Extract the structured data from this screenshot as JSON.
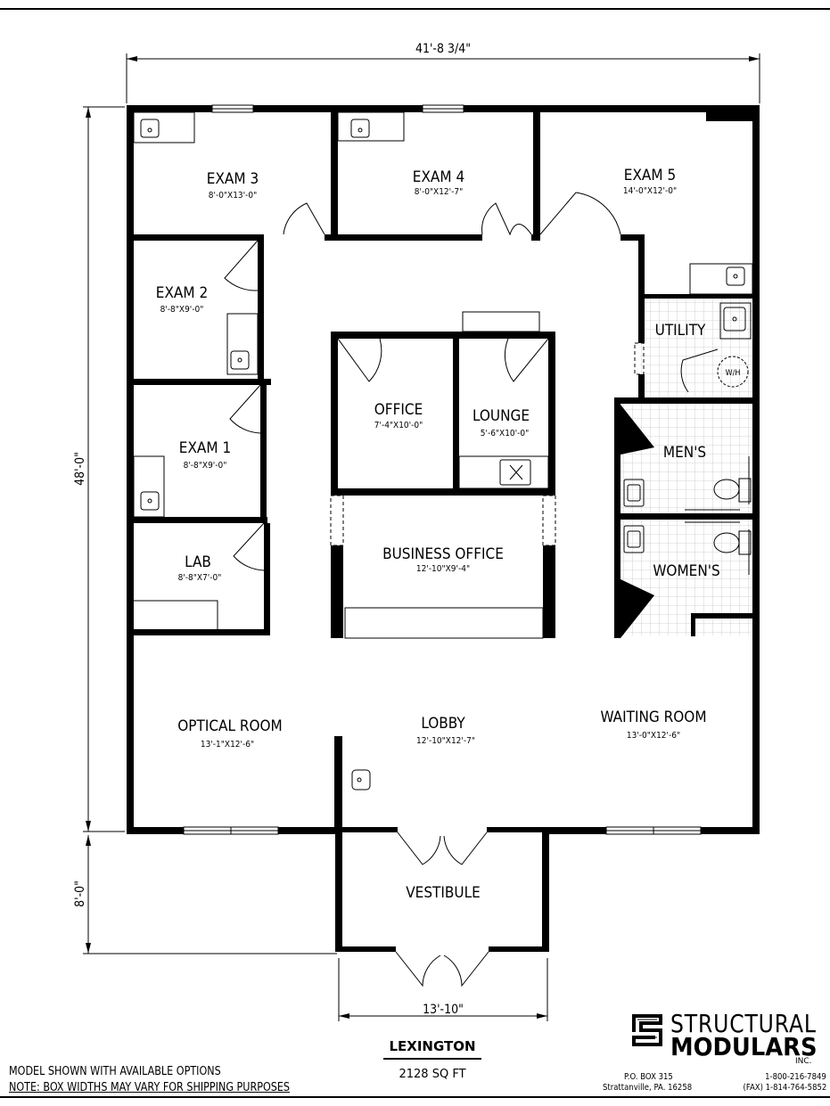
{
  "plan": {
    "overall_width": "41'-8 3/4\"",
    "overall_depth": "48'-0\"",
    "vestibule_depth": "8'-0\"",
    "vestibule_width": "13'-10\"",
    "rooms": [
      {
        "name": "EXAM 3",
        "size": "8'-0\"X13'-0\""
      },
      {
        "name": "EXAM 4",
        "size": "8'-0\"X12'-7\""
      },
      {
        "name": "EXAM 5",
        "size": "14'-0\"X12'-0\""
      },
      {
        "name": "EXAM 2",
        "size": "8'-8\"X9'-0\""
      },
      {
        "name": "UTILITY",
        "size": ""
      },
      {
        "name": "OFFICE",
        "size": "7'-4\"X10'-0\""
      },
      {
        "name": "LOUNGE",
        "size": "5'-6\"X10'-0\""
      },
      {
        "name": "EXAM 1",
        "size": "8'-8\"X9'-0\""
      },
      {
        "name": "MEN'S",
        "size": ""
      },
      {
        "name": "BUSINESS OFFICE",
        "size": "12'-10\"X9'-4\""
      },
      {
        "name": "LAB",
        "size": "8'-8\"X7'-0\""
      },
      {
        "name": "WOMEN'S",
        "size": ""
      },
      {
        "name": "OPTICAL ROOM",
        "size": "13'-1\"X12'-6\""
      },
      {
        "name": "LOBBY",
        "size": "12'-10\"X12'-7\""
      },
      {
        "name": "WAITING ROOM",
        "size": "13'-0\"X12'-6\""
      },
      {
        "name": "VESTIBULE",
        "size": ""
      }
    ],
    "water_heater": "W/H"
  },
  "model": {
    "name": "LEXINGTON",
    "sqft": "2128 SQ FT"
  },
  "notes": {
    "line1": "MODEL SHOWN WITH AVAILABLE OPTIONS",
    "line2": "NOTE: BOX WIDTHS MAY VARY FOR SHIPPING PURPOSES"
  },
  "company": {
    "name_line1": "STRUCTURAL",
    "name_line2": "MODULARS",
    "inc": "INC.",
    "po_box": "P.O. BOX 315",
    "city": "Strattanville, PA. 16258",
    "phone": "1-800-216-7849",
    "fax": "(FAX) 1-814-764-5852",
    "logo_icon": "sm-logo-icon"
  }
}
